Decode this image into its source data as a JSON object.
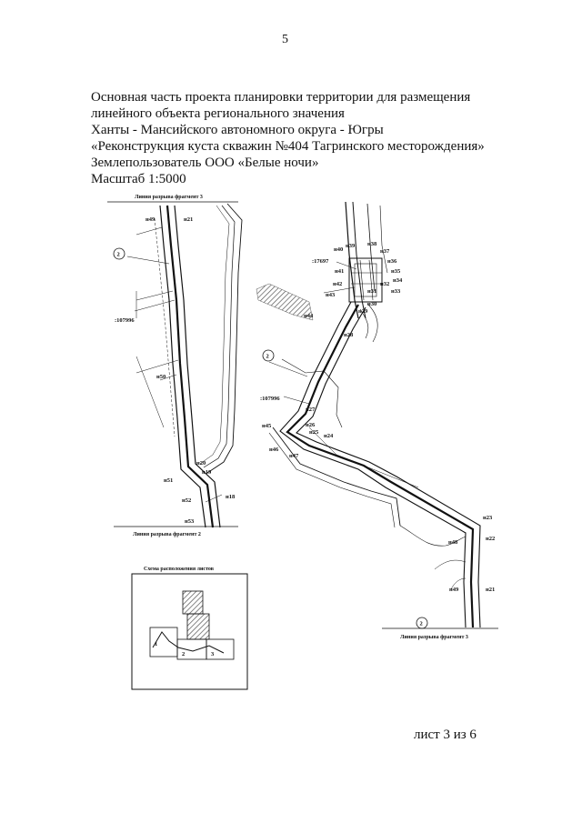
{
  "page_number": "5",
  "heading": {
    "line1": "Основная часть проекта планировки территории для размещения",
    "line2": "линейного объекта регионального значения",
    "line3": "Ханты - Мансийского автономного округа - Югры",
    "line4": "«Реконструкция куста скважин №404 Тагринского месторождения»",
    "line5": "Землепользователь ООО «Белые ночи»",
    "line6": "Масштаб 1:5000"
  },
  "map": {
    "break_line_top_left": "Линия разрыва фрагмент 3",
    "break_line_bottom_left": "Линия разрыва фрагмент 2",
    "break_line_bottom_right": "Линия разрыва фрагмент 3",
    "circle_label": "2",
    "parcel_left": ":107996",
    "parcel_top_right": ":17697",
    "parcel_right": ":107996",
    "points_left": [
      "н49",
      "н21",
      "н50",
      "н20",
      "н19",
      "н51",
      "н52",
      "н18",
      "н53"
    ],
    "points_right": [
      "н40",
      "н39",
      "н38",
      "н37",
      "н36",
      "н41",
      "н35",
      "н34",
      "н42",
      "н32",
      "н31",
      "н43",
      "н33",
      "н30",
      "н29",
      "н44",
      "н28",
      "н27",
      "н45",
      "н26",
      "н25",
      "н24",
      "н46",
      "н47",
      "н23",
      "н48",
      "н22",
      "н49",
      "н21"
    ]
  },
  "scheme": {
    "title": "Схема расположения листов",
    "sheet1": "1",
    "sheet2": "2",
    "sheet3": "3"
  },
  "footer": {
    "sheet_info": "лист 3 из 6"
  }
}
